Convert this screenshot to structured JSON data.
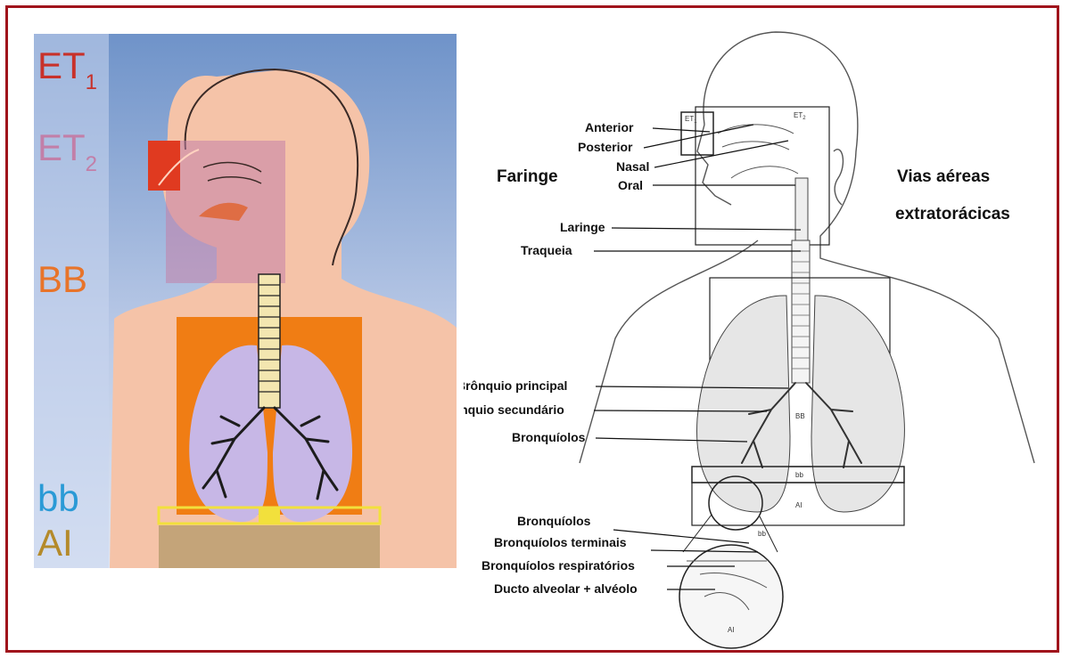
{
  "left_diagram": {
    "regions": [
      {
        "id": "ET1",
        "base": "ET",
        "sub": "1",
        "color": "#c8312a"
      },
      {
        "id": "ET2",
        "base": "ET",
        "sub": "2",
        "color": "#c27fa8"
      },
      {
        "id": "BB",
        "base": "BB",
        "sub": "",
        "color": "#e8742a"
      },
      {
        "id": "bb",
        "base": "bb",
        "sub": "",
        "color": "#2a9ad6"
      },
      {
        "id": "AI",
        "base": "AI",
        "sub": "",
        "color": "#b48a2a"
      }
    ]
  },
  "right_diagram": {
    "headings": {
      "pharynx": "Faringe",
      "extrathoracic_line1": "Vias aéreas",
      "extrathoracic_line2": "extratorácicas"
    },
    "labels": {
      "anterior": "Anterior",
      "posterior": "Posterior",
      "nasal": "Nasal",
      "oral": "Oral",
      "larynx": "Laringe",
      "trachea": "Traqueia",
      "main_bronchus": "Brônquio principal",
      "secondary_bronchus": "Brônquio secundário",
      "bronchioles": "Bronquíolos",
      "inset_bronchioles": "Bronquíolos",
      "terminal_bronchioles": "Bronquíolos terminais",
      "respiratory_bronchioles": "Bronquíolos respiratórios",
      "alveolar_duct": "Ducto alveolar + alvéolo"
    },
    "box_tags": {
      "et1": "ET",
      "et1_sub": "1",
      "et2": "ET",
      "et2_sub": "2",
      "bb_upper": "BB",
      "bb_lower": "bb",
      "ai": "AI",
      "inset_bb": "bb",
      "inset_ai": "AI"
    }
  }
}
